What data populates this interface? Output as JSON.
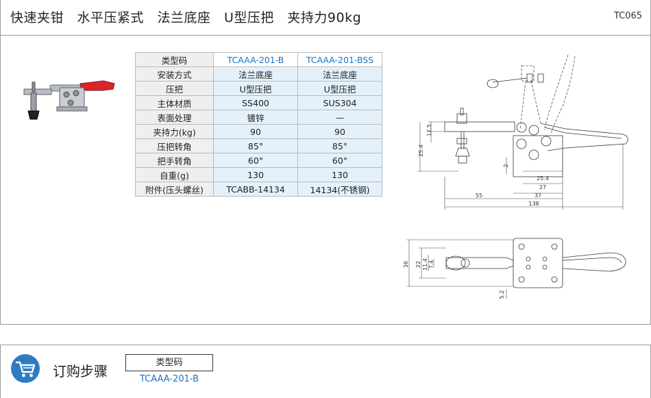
{
  "header": {
    "title": "快速夹钳　水平压紧式　法兰底座　U型压把　夹持力90kg",
    "code": "TC065"
  },
  "spec_table": {
    "rows": [
      {
        "label": "类型码",
        "a": "TCAAA-201-B",
        "b": "TCAAA-201-BSS"
      },
      {
        "label": "安装方式",
        "a": "法兰底座",
        "b": "法兰底座"
      },
      {
        "label": "压把",
        "a": "U型压把",
        "b": "U型压把"
      },
      {
        "label": "主体材质",
        "a": "SS400",
        "b": "SUS304"
      },
      {
        "label": "表面处理",
        "a": "镀锌",
        "b": "—"
      },
      {
        "label": "夹持力(kg)",
        "a": "90",
        "b": "90"
      },
      {
        "label": "压把转角",
        "a": "85°",
        "b": "85°"
      },
      {
        "label": "把手转角",
        "a": "60°",
        "b": "60°"
      },
      {
        "label": "自重(g)",
        "a": "130",
        "b": "130"
      },
      {
        "label": "附件(压头螺丝)",
        "a": "TCABB-14134",
        "b": "14134(不锈钢)"
      }
    ]
  },
  "drawing": {
    "dims_side": {
      "d1": "12.5",
      "d2": "25.4",
      "d3": "2",
      "d4": "25.4",
      "d5": "27",
      "d6": "37",
      "d7": "55",
      "d8": "138"
    },
    "dims_top": {
      "d1": "36",
      "d2": "22",
      "d3": "11.4",
      "d4": "7.4",
      "d5": "5.2"
    }
  },
  "order": {
    "title": "订购步骤",
    "type_label": "类型码",
    "type_value": "TCAAA-201-B"
  },
  "colors": {
    "accent": "#1a74c0",
    "handle": "#d8262b",
    "cart_bg": "#2e7bc4"
  },
  "icons": {
    "cart": "shopping-cart-icon"
  }
}
